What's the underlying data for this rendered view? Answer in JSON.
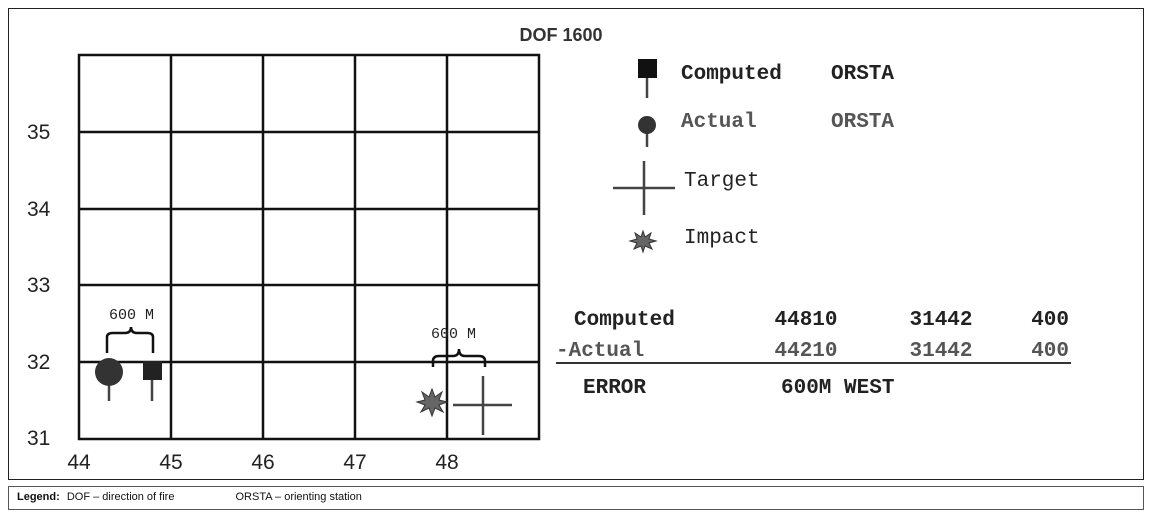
{
  "title": "DOF 1600",
  "grid": {
    "y_labels": [
      "35",
      "34",
      "33",
      "32",
      "31"
    ],
    "x_labels": [
      "44",
      "45",
      "46",
      "47",
      "48"
    ]
  },
  "left_bracket_label": "600 M",
  "right_bracket_label": "600 M",
  "key": {
    "computed_label": "Computed",
    "computed_suffix": "ORSTA",
    "actual_label": "Actual",
    "actual_suffix": "ORSTA",
    "target_label": "Target",
    "impact_label": "Impact"
  },
  "computation": {
    "row1": [
      "Computed",
      "44810",
      "31442",
      "400"
    ],
    "row2": [
      "-Actual",
      "44210",
      "31442",
      "400"
    ],
    "error_label": "ERROR",
    "error_value": "600M WEST"
  },
  "legend": {
    "label": "Legend:",
    "dof": "DOF – direction of fire",
    "orsta": "ORSTA – orienting station"
  }
}
